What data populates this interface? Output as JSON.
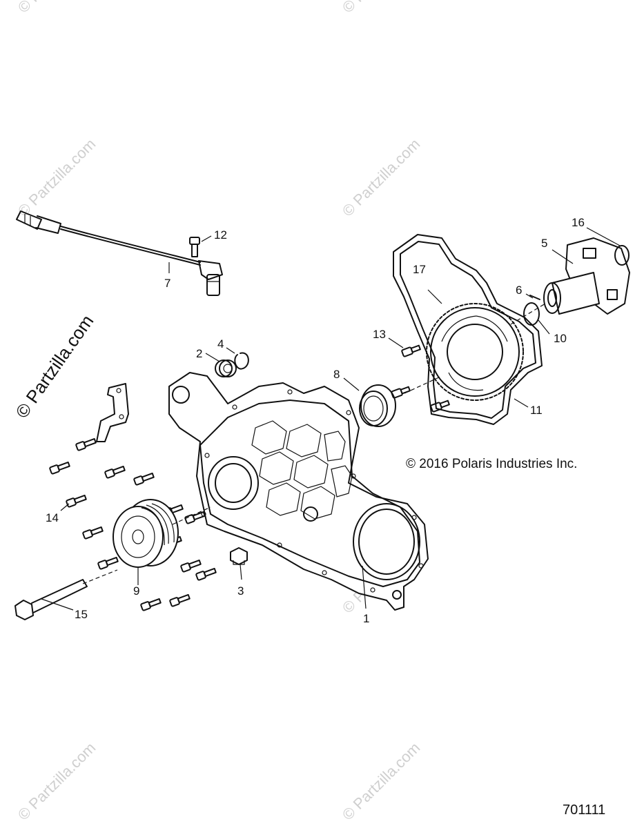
{
  "diagram": {
    "copyright": "© 2016 Polaris Industries Inc.",
    "figure_number": "701111",
    "watermark": "© Partzilla.com",
    "watermark_icon": "copyright-symbol",
    "callouts": [
      "1",
      "2",
      "3",
      "4",
      "5",
      "6",
      "7",
      "8",
      "9",
      "10",
      "11",
      "12",
      "13",
      "14",
      "15",
      "16",
      "17"
    ]
  }
}
